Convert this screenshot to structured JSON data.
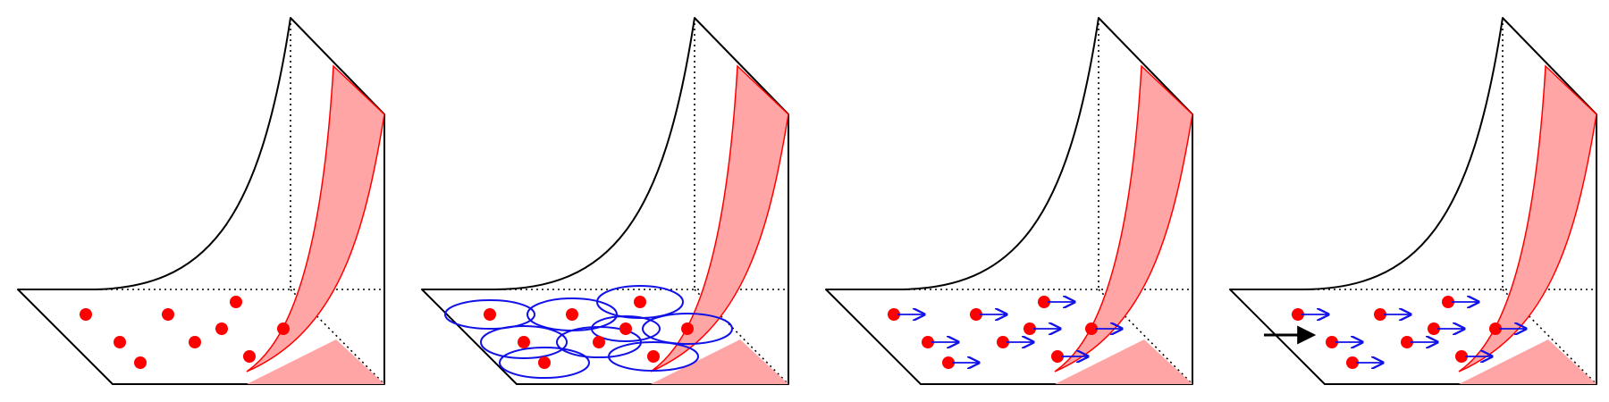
{
  "figure": {
    "panels": [
      {
        "id": "panel-1",
        "dots": 9,
        "ellipses": 0,
        "arrows": 0,
        "highlighted_arrow": false
      },
      {
        "id": "panel-2",
        "dots": 9,
        "ellipses": 9,
        "arrows": 0,
        "highlighted_arrow": false
      },
      {
        "id": "panel-3",
        "dots": 9,
        "ellipses": 0,
        "arrows": 9,
        "highlighted_arrow": false
      },
      {
        "id": "panel-4",
        "dots": 9,
        "ellipses": 0,
        "arrows": 9,
        "highlighted_arrow": true
      }
    ],
    "colors": {
      "dot": "#ff0000",
      "ellipse": "#1010e8",
      "arrow": "#1010e8",
      "highlight_arrow": "#000000",
      "region_fill": "#ffa5a5",
      "region_edge": "#ff0000",
      "outline": "#000000"
    }
  }
}
